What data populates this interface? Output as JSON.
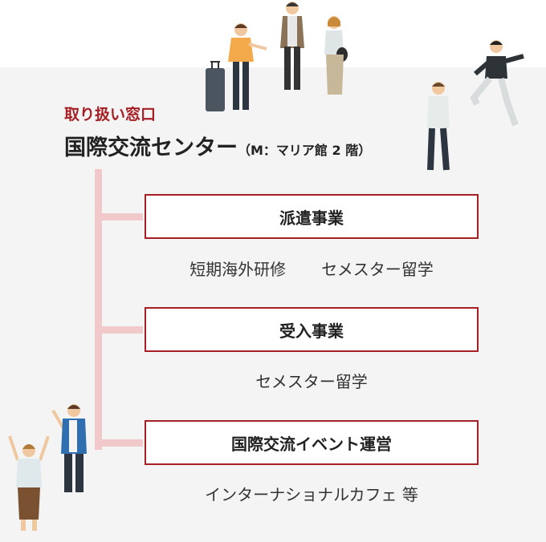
{
  "heading": {
    "label": "取り扱い窓口",
    "title": "国際交流センター",
    "location": "（M：マリア館 2 階）"
  },
  "sections": [
    {
      "title": "派遣事業",
      "items": [
        "短期海外研修",
        "セメスター留学"
      ]
    },
    {
      "title": "受入事業",
      "items": [
        "セメスター留学"
      ]
    },
    {
      "title": "国際交流イベント運営",
      "items": [
        "インターナショナルカフェ 等"
      ]
    }
  ],
  "colors": {
    "accent": "#a51f24",
    "connector": "#f2c9cb",
    "panel_bg": "#f4f4f4"
  }
}
